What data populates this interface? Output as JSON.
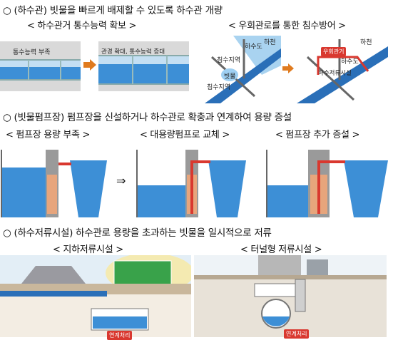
{
  "section1": {
    "heading": "○ (하수관) 빗물을 빠르게 배제할 수 있도록 하수관 개량",
    "left_caption": "< 하수관거 통수능력 확보 >",
    "right_caption": "< 우회관로를 통한 침수방어 >",
    "pipe_before_label": "통수능력 부족",
    "pipe_after_label": "관경 확대, 통수능력 증대",
    "map_labels": [
      "하천",
      "하수도",
      "침수지역",
      "빗물",
      "침수지역",
      "하천",
      "우회관거",
      "하수도",
      "하수저류시설"
    ]
  },
  "section2": {
    "heading": "○ (빗물펌프장) 펌프장을 신설하거나 하수관로 확충과 연계하여 용량 증설",
    "captions": [
      "< 펌프장 용량 부족 >",
      "< 대용량펌프로 교체 >",
      "< 펌프장 추가 증설 >"
    ],
    "arrow_symbol": "⇒"
  },
  "section3": {
    "heading": "○ (하수저류시설) 하수관로 용량을 초과하는 빗물을 일시적으로 저류",
    "left_caption": "< 지하저류시설 >",
    "right_caption": "< 터널형 저류시설 >",
    "left_tag": "연계처리",
    "right_tag": "연계처리"
  },
  "colors": {
    "water": "#3d8fd6",
    "pipe": "#2a6fb8",
    "arrow": "#e07b1f",
    "red": "#d9382f"
  }
}
